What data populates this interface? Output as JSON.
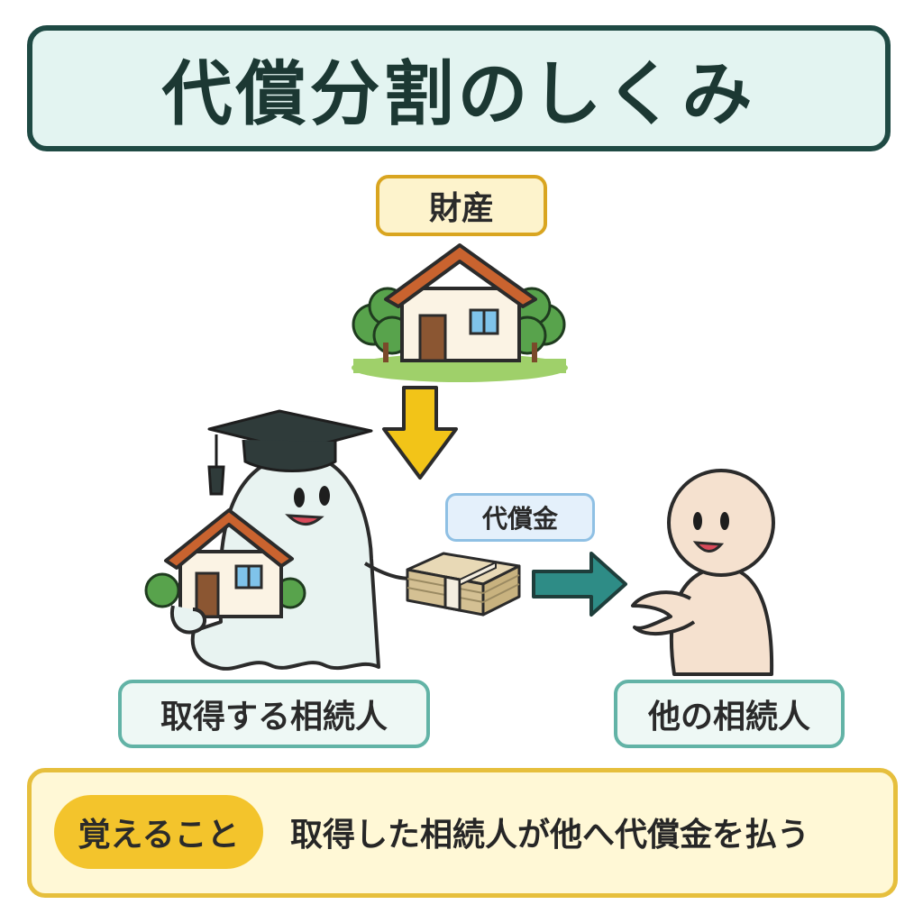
{
  "title": "代償分割のしくみ",
  "labels": {
    "asset": "財産",
    "compensation": "代償金",
    "acquiring_heir": "取得する相続人",
    "other_heir": "他の相続人"
  },
  "memo": {
    "badge": "覚えること",
    "text": "取得した相続人が他へ代償金を払う"
  },
  "colors": {
    "title_border": "#1f4a44",
    "down_arrow": "#f2c418",
    "right_arrow": "#2e8c86",
    "roof": "#c9632f",
    "tree": "#58a34c"
  },
  "icons": [
    "house-icon",
    "down-arrow-icon",
    "ghost-character-icon",
    "graduation-cap-icon",
    "money-bundle-icon",
    "right-arrow-icon",
    "person-icon"
  ]
}
